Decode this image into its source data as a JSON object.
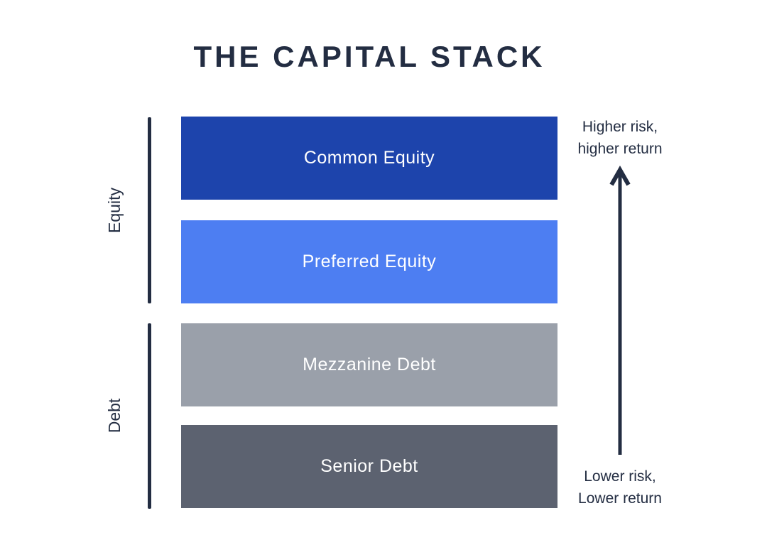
{
  "title": "THE CAPITAL STACK",
  "colors": {
    "navy": "#232d42",
    "common_equity": "#1d44ac",
    "preferred_equity": "#4d7ef2",
    "mezzanine_debt": "#9aa0aa",
    "senior_debt": "#5c6270"
  },
  "stack": {
    "layers": [
      {
        "label": "Common Equity",
        "color": "#1d44ac",
        "group": "Equity"
      },
      {
        "label": "Preferred Equity",
        "color": "#4d7ef2",
        "group": "Equity"
      },
      {
        "label": "Mezzanine Debt",
        "color": "#9aa0aa",
        "group": "Debt"
      },
      {
        "label": "Senior Debt",
        "color": "#5c6270",
        "group": "Debt"
      }
    ]
  },
  "groups": {
    "equity": {
      "label": "Equity"
    },
    "debt": {
      "label": "Debt"
    }
  },
  "annotations": {
    "top": {
      "line1": "Higher risk,",
      "line2": "higher return"
    },
    "bottom": {
      "line1": "Lower risk,",
      "line2": "Lower return"
    }
  }
}
